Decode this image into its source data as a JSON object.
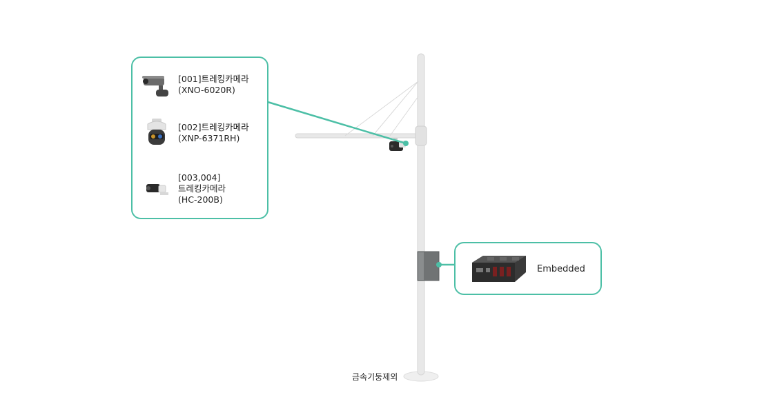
{
  "colors": {
    "accent": "#4cbfa6",
    "pole": "#e6e6e6",
    "pole_edge": "#d4d4d4",
    "cabinet": "#6f7273"
  },
  "cameras": [
    {
      "id_label": "[001]트레킹카메라",
      "model": "(XNO-6020R)",
      "icon": "bullet-camera-icon"
    },
    {
      "id_label": "[002]트레킹카메라",
      "model": "(XNP-6371RH)",
      "icon": "ptz-dome-camera-icon"
    },
    {
      "id_label": "[003,004]",
      "name": "트레킹카메라",
      "model": "(HC-200B)",
      "icon": "small-bullet-camera-icon"
    }
  ],
  "embedded": {
    "label": "Embedded",
    "icon": "embedded-controller-icon"
  },
  "pole": {
    "label": "금속기둥제외"
  }
}
